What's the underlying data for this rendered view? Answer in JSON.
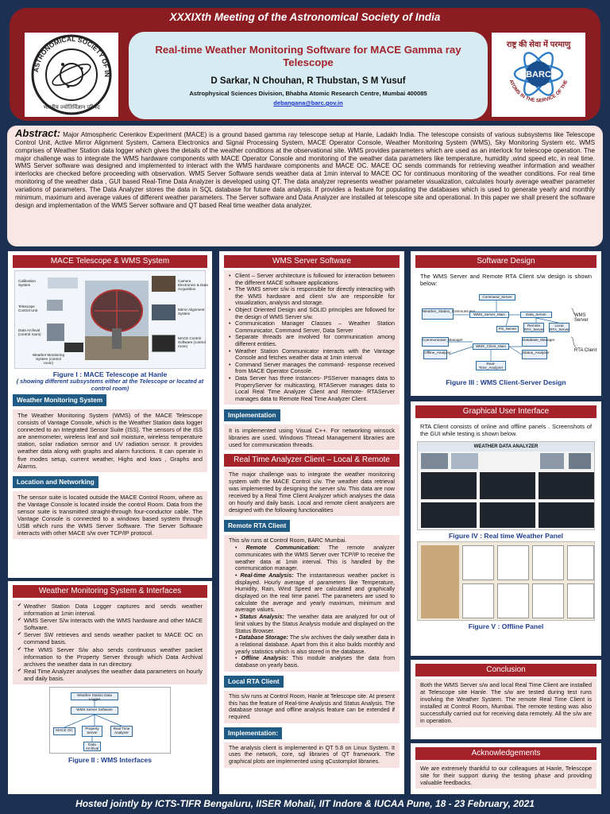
{
  "header": {
    "conference": "XXXIXth Meeting of the Astronomical Society of India",
    "title": "Real-time Weather Monitoring Software for MACE Gamma ray Telescope",
    "authors": "D Sarkar, N Chouhan, R Thubstan, S M Yusuf",
    "affiliation": "Astrophysical Sciences Division,  Bhabha Atomic Research Centre, Mumbai 400085",
    "email": "debangana@barc.gov.in",
    "left_logo_text": "ASTRONOMICAL SOCIETY OF INDIA",
    "right_logo_hindi": "राष्ट्र की सेवा में परमाणु",
    "right_logo_name": "BARC",
    "right_logo_motto": "ATOMS IN THE SERVICE OF THE NATION"
  },
  "abstract": {
    "label": "Abstract:",
    "text": "Major Atmospheric Cerenkov Experiment (MACE) is a ground based gamma ray  telescope setup at Hanle, Ladakh India. The telescope consists of various subsystems like Telescope Control Unit, Active Mirror Alignment System, Camera Electronics and Signal Processing System, MACE Operator Console, Weather Monitoring System (WMS), Sky Monitoring System etc. WMS comprises of Weather Station data logger which gives the details of the weather conditions at the observational site. WMS provides parameters which are used as an interlock for telescope operation. The major challenge was to integrate the WMS hardware components with MACE Operator Console and monitoring of the weather data parameters like temperature, humidity ,wind speed etc, in real time. WMS Server software was designed and implemented to interact with the WMS hardware components and MACE OC. MACE OC sends commands for retrieving weather information and weather interlocks are checked before proceeding with observation. WMS Server Software sends weather data at 1min interval to MACE OC for continuous monitoring of the weather conditions. For real time monitoring of the weather data , GUI based Real-Time Data Analyzer is developed using QT. The data analyzer represents weather parameter visualization, calculates hourly average  weather parameter variations of parameters. The Data Analyzer stores the data in SQL database for future data analysis. If provides a feature for populating the databases which is used to generate yearly and monthly minimum, maximum and average values of different weather parameters. The Server software and Data Analyzer are installed at telescope site and operational. In this paper we shall present  the software design and implementation of the WMS Server software and QT based Real time weather data analyzer."
  },
  "col1": {
    "heading": "MACE Telescope & WMS System",
    "fig_labels": [
      "Calibration System",
      "Camera Electronics & Data Acquisition",
      "Telescope Control Unit",
      "Mirror Alignment System",
      "Data Archival (control room)",
      "MACE Control Software (control room)",
      "Weather Monitoring System (control room)"
    ],
    "fig1_caption": "Figure I : MACE Telescope at Hanle",
    "fig1_sub": "( showing different subsystems either at the Telescope or located at control room)",
    "wms_title": "Weather Monitoring System",
    "wms_text": "The Weather Monitoring System (WMS) of the MACE Telescope consists of Vantage Console, which is the Weather Station data logger connected to an Integrated Sensor Suite (ISS). The sensors of the ISS are anemometer, wireless leaf and soil moisture, wireless temperature station, solar radiation sensor and UV radiation sensor. It provides weather data along with graphs and alarm functions. It can operate in five modes setup, current weather, Highs and lows , Graphs and Alarms.",
    "loc_title": "Location and Networking",
    "loc_text": "The sensor suite is located outside the MACE Control Room, where as the Vantage Console is located inside the control Room. Data from the sensor suite is transmitted straight-through four-conductor cable. The Vantage Console is connected to a windows based system through USB which runs the WMS Server Software. The Server Software interacts with other MACE s/w over TCP/IP protocol.",
    "wsi_heading": "Weather Monitoring System & Interfaces",
    "wsi_items": [
      "Weather Station Data Logger captures and sends weather information at 1min interval.",
      "WMS Server S/w interacts with the WMS hardware and other MACE Software.",
      "Server SW retrieves and sends weather packet to MACE OC on command basis.",
      "The WMS Server S/w also sends continuous weather packet information to the Property Server through which Data Archival archives the weather data in run directory.",
      "Real Time Analyzer analyses the weather data parameters on hourly and daily basis."
    ],
    "fig2_boxes": [
      "Weather Station Data Logger",
      "WMS Server Software",
      "MACE OC",
      "Property Server",
      "Real Time Analyzer",
      "Data Archival"
    ],
    "fig2_caption": "Figure II : WMS Interfaces"
  },
  "col2": {
    "heading": "WMS Server Software",
    "items": [
      "Client – Server architecture is followed for interaction between the different MACE software applications",
      "The WMS server s/w is responsible for directly interacting with the WMS hardware and client s/w are responsible for visualization, analysis and storage.",
      "Object Oriented Design and SOLID principles are followed for the design of WMS Server s/w.",
      "Communication Manager Classes – Weather Station Communicator, Command Server, Data Server",
      "Separate threads are involved for communication among different entities.",
      "Weather Station Communicator interacts with the Vantage Console and fetches weather data at 1min interval",
      "Command Server manages the command- response received from MACE Operator Console.",
      "Data Server has three instances- PSServer manages data to ProperyServer for multicasting, RTAServer manages data to Local Real Time Analyzer Client and Remote- RTAServer manages data to Remote Real Time Analyzer Client."
    ],
    "impl_title": "Implementation",
    "impl_text": "It is implemented using Visual C++. For networking winsock libraries are used. Windows Thread Management libraries are used for  communication threads.",
    "rta_heading": "Real Time Analyzer Client – Local & Remote",
    "rta_text": "The major challenge was to integrate the weather monitoring system with the MACE Control s/w. The weather data retrieval was implemented by designing the server s/w. This data are now received by a Real Time Client Analyzer which analyses the data on hourly and daily basis. Local and remote client analyzers are designed with the following functionalities",
    "remote_title": "Remote RTA Client",
    "remote_intro": "This s/w runs at Control Room, BARC Mumbai.",
    "remote_items": [
      {
        "k": "Remote Communication:",
        "v": "The remote analyzer communicates with the WMS Server over TCP/IP to receive the weather data at 1min interval. This is handled by the communication manager."
      },
      {
        "k": "Real-time Analysis:",
        "v": "The instantaneous weather packet is displayed. Hourly average of parameters like Temperature, Humidity, Rain, Wind Speed  are calculated and graphically displayed on the real time panel. The parameters are used to calculate the average and yearly maximum, minimum and average values."
      },
      {
        "k": "Status Analysis:",
        "v": "The weather data are analyzed for out of limit values by the Status Analysis module and displayed on the Status Browser."
      },
      {
        "k": "Database Storage:",
        "v": "The s/w archives the daily weather data in a relational database. Apart from this it also builds monthly and yearly statistics which is also stored in the database."
      },
      {
        "k": "Offline Analysis:",
        "v": "This module analyses the data from database on yearly basis."
      }
    ],
    "local_title": "Local RTA Client",
    "local_text": "This s/w runs at Control Room, Hanle at Telescope site. At present this has the feature of Real-time Analysis and Status Analysis. The database storage and offline analysis feature can be extended if required.",
    "impl2_title": "Implementation:",
    "impl2_text": "The analysis client is implemented in QT 5.8 on Linux System. It uses the network, core, sql libraries of QT framework. The graphical plots are implemented using qCustomplot libraries."
  },
  "col3": {
    "design_heading": "Software Design",
    "design_text": "The WMS Server and Remote RTA Client s/w design is shown below:",
    "diag_boxes": [
      "Command_Server",
      "Weather_Station_Communicator",
      "WMS_Server_Main",
      "Data_Server",
      "PS_Server",
      "Remote RTA_Server",
      "Local RTA_Server",
      "Communicator_Manager",
      "Offline_Analyzer",
      "WMS_Client_Main",
      "Database_Manager",
      "Status_Analyzer",
      "Real-Time_Analyzer"
    ],
    "diag_server": "WMS Server",
    "diag_client": "RTA Client",
    "fig3_caption": "Figure III : WMS Client-Server Design",
    "gui_heading": "Graphical User Interface",
    "gui_text": "RTA Client consists of online and offline panels . Screenshots of the GUI while testing is shown below.",
    "panel_title": "WEATHER DATA ANALYZER",
    "fig4_caption": "Figure IV : Real time Weather Panel",
    "fig5_caption": "Figure V : Offline Panel",
    "concl_heading": "Conclusion",
    "concl_text": "Both the WMS Server s/w and local Real Time Client are installed at Telescope site Hanle. The s/w are tested during test runs involving the Weather System. The remote Real Time Client is installed at Control Room, Mumbai. The remote testing was also successfully carried out for receiving data remotely. All the s/w are in operation.",
    "ack_heading": "Acknowledgements",
    "ack_text": "We are extremely thankful to our colleagues at Hanle, Telescope site for their support during the testing phase and providing valuable feedbacks."
  },
  "footer": "Hosted jointly by ICTS-TIFR Bengaluru, IISER Mohali, IIT Indore & IUCAA Pune, 18 - 23 February,  2021"
}
